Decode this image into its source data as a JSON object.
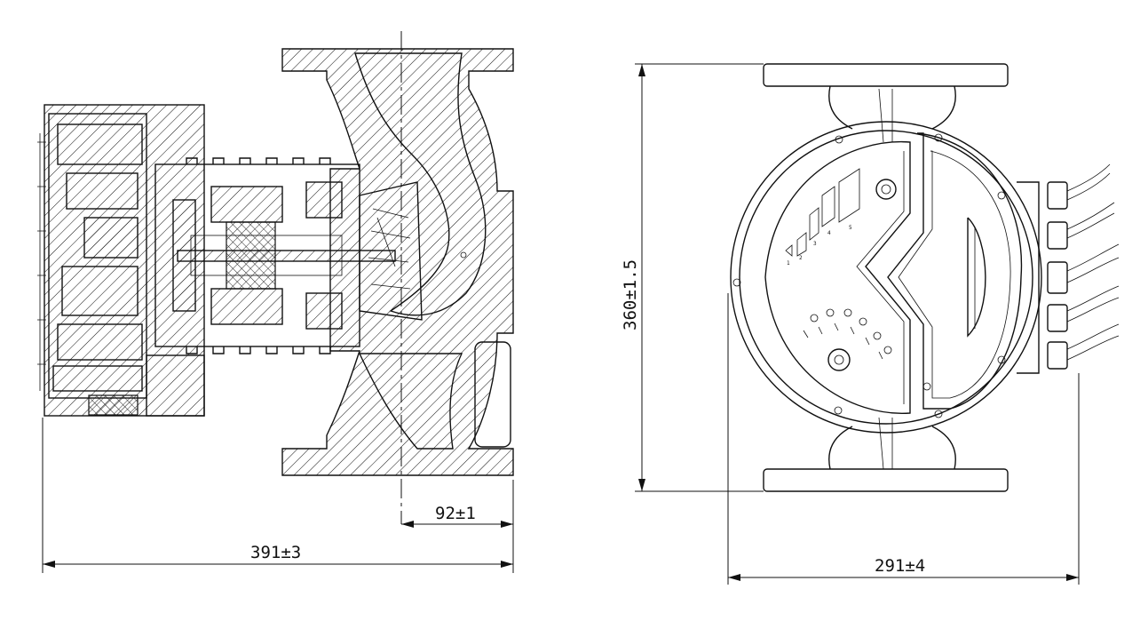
{
  "drawing": {
    "dimensions": {
      "overall_length": "391±3",
      "flange_offset": "92±1",
      "overall_height": "360±1.5",
      "overall_width": "291±4"
    },
    "panel_marks": {
      "speed_steps": [
        "1",
        "2",
        "3",
        "4",
        "5"
      ]
    }
  }
}
